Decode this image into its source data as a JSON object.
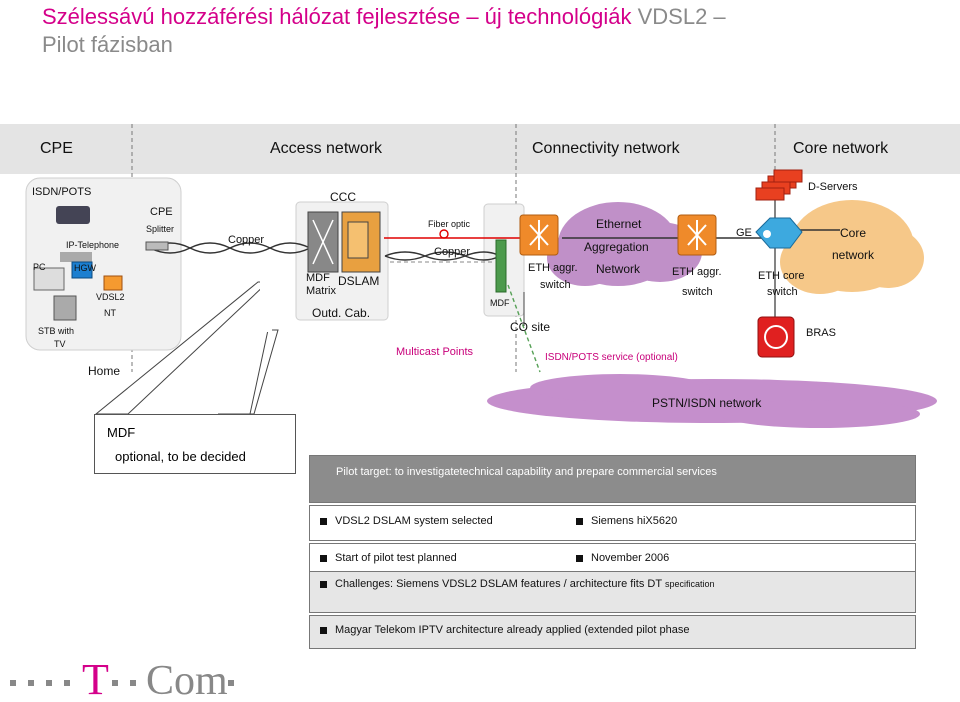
{
  "title": {
    "line1_pink": "Szélessávú  hozzáférési  hálózat  fejlesztése  –  új  technológiák",
    "line1_grey": "VDSL2  –",
    "line2": "Pilot  fázisban"
  },
  "band": {
    "cpe": "CPE",
    "access": "Access  network",
    "connectivity": "Connectivity  network",
    "core": "Core  network"
  },
  "home": {
    "isdn_pots": "ISDN/POTS",
    "ip_telephone": "IP-Telephone",
    "pc": "PC",
    "hgw": "HGW",
    "vdsl2": "VDSL2",
    "nt": "NT",
    "stb": "STB  with",
    "tv": "TV",
    "home": "Home"
  },
  "cpe_splitter": {
    "cpe": "CPE",
    "splitter": "Splitter"
  },
  "access": {
    "copper1": "Copper",
    "ccc": "CCC",
    "mdf": "MDF",
    "matrix": "Matrix",
    "dslam": "DSLAM",
    "outd_cab": "Outd.  Cab.",
    "fiber_optic": "Fiber  optic",
    "copper2": "Copper",
    "multicast": "Multicast  Points",
    "mdf2": "MDF"
  },
  "connectivity": {
    "eth_aggr1": "ETH  aggr.",
    "switch1": "switch",
    "ethernet": "Ethernet",
    "aggregation": "Aggregation",
    "network": "Network",
    "eth_aggr2": "ETH  aggr.",
    "switch2": "switch",
    "co_site": "CO  site",
    "isdn_service": "ISDN/POTS  service  (optional)",
    "pstn": "PSTN/ISDN  network"
  },
  "core": {
    "ge": "GE",
    "d_servers": "D-Servers",
    "eth_core": "ETH  core",
    "switch": "switch",
    "core": "Core",
    "network": "network",
    "bras": "BRAS"
  },
  "mdf_note": {
    "line1": "MDF",
    "line2": "optional,  to  be  decided"
  },
  "table": {
    "head": "Pilot     target:  to  investigatetechnical  capability  and  prepare  commercial  services",
    "r1a": "VDSL2  DSLAM  system  selected",
    "r1b": "Siemens  hiX5620",
    "r2a": "Start  of  pilot  test  planned",
    "r2b": "November  2006",
    "r3": "Challenges:  Siemens  VDSL2  DSLAM  features  /  architecture  fits  DT",
    "r3_small": "specification",
    "r4": "Magyar  Telekom  IPTV  architecture  already  applied  (extended  pilot  phase"
  },
  "logo": {
    "text": "T··Com·"
  },
  "colors": {
    "magenta": "#d4008a",
    "grey": "#8a8a8a",
    "cloud_purple": "#c090c8",
    "cloud_orange": "#f6c889",
    "router_blue": "#3da9df",
    "switch_orange": "#ef8a2a"
  }
}
